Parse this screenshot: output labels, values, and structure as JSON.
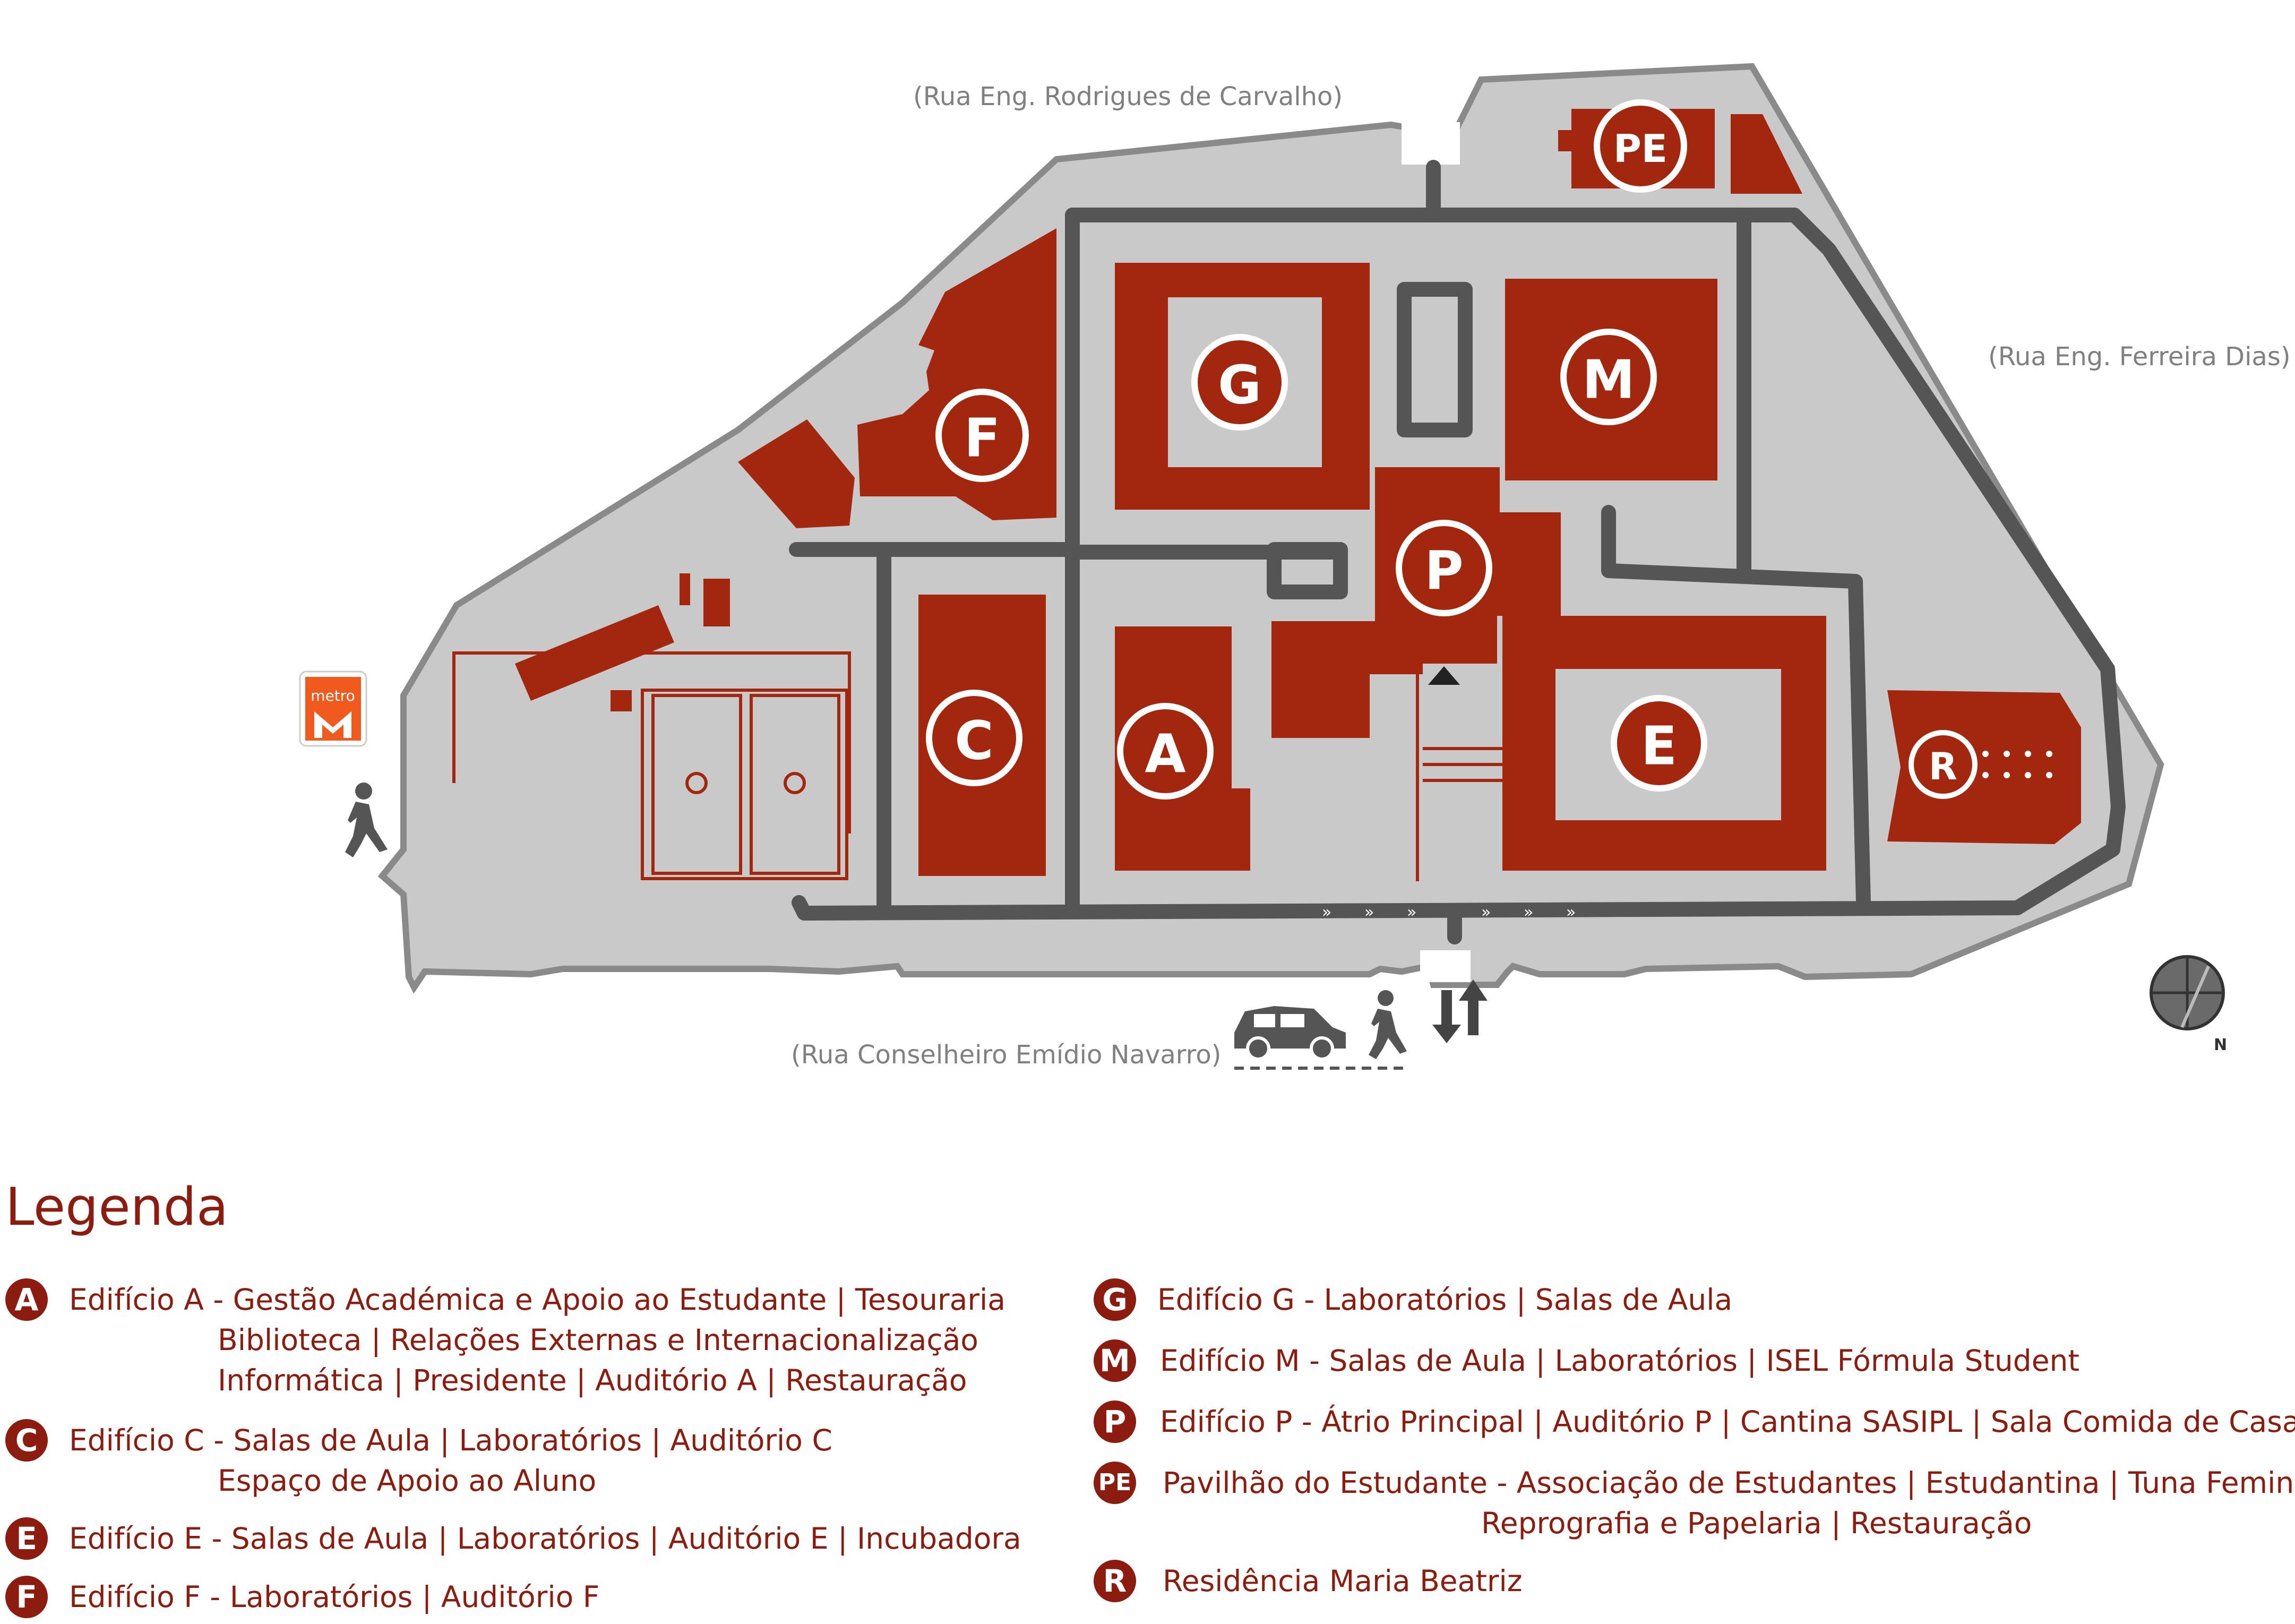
{
  "streets": {
    "north": "(Rua Eng. Rodrigues de Carvalho)",
    "east": "(Rua Eng. Ferreira Dias)",
    "south": "(Rua Conselheiro Emídio Navarro)"
  },
  "metro_label": "metro",
  "compass_label": "N",
  "buildings": [
    {
      "id": "A",
      "label": "A"
    },
    {
      "id": "C",
      "label": "C"
    },
    {
      "id": "E",
      "label": "E"
    },
    {
      "id": "F",
      "label": "F"
    },
    {
      "id": "G",
      "label": "G"
    },
    {
      "id": "M",
      "label": "M"
    },
    {
      "id": "P",
      "label": "P"
    },
    {
      "id": "PE",
      "label": "PE"
    },
    {
      "id": "R",
      "label": "R"
    }
  ],
  "legend": {
    "title": "Legenda",
    "entries": [
      {
        "badge": "A",
        "lines": [
          "Edifício A - Gestão Académica e Apoio ao Estudante  | Tesouraria",
          "Biblioteca | Relações Externas e Internacionalização",
          "Informática | Presidente | Auditório A | Restauração"
        ]
      },
      {
        "badge": "C",
        "lines": [
          "Edifício C - Salas de Aula | Laboratórios  | Auditório C",
          "Espaço de Apoio ao Aluno"
        ]
      },
      {
        "badge": "E",
        "lines": [
          "Edifício E - Salas de Aula | Laboratórios | Auditório E | Incubadora"
        ]
      },
      {
        "badge": "F",
        "lines": [
          "Edifício F - Laboratórios | Auditório F"
        ]
      },
      {
        "badge": "G",
        "lines": [
          "Edifício G - Laboratórios | Salas de Aula"
        ]
      },
      {
        "badge": "M",
        "lines": [
          "Edifício M - Salas de Aula | Laboratórios | ISEL Fórmula Student"
        ]
      },
      {
        "badge": "P",
        "lines": [
          "Edifício P - Átrio Principal | Auditório P | Cantina SASIPL | Sala Comida de Casa"
        ]
      },
      {
        "badge": "PE",
        "lines": [
          "Pavilhão do Estudante - Associação de Estudantes | Estudantina | Tuna Feminina",
          "Reprografia e Papelaria | Restauração"
        ]
      },
      {
        "badge": "R",
        "lines": [
          "Residência Maria Beatriz"
        ]
      }
    ]
  },
  "colors": {
    "building": "#a3260f",
    "legend_text": "#8c1b10",
    "ground": "#c9c9c9",
    "path": "#555555",
    "metro": "#f05a1e"
  }
}
